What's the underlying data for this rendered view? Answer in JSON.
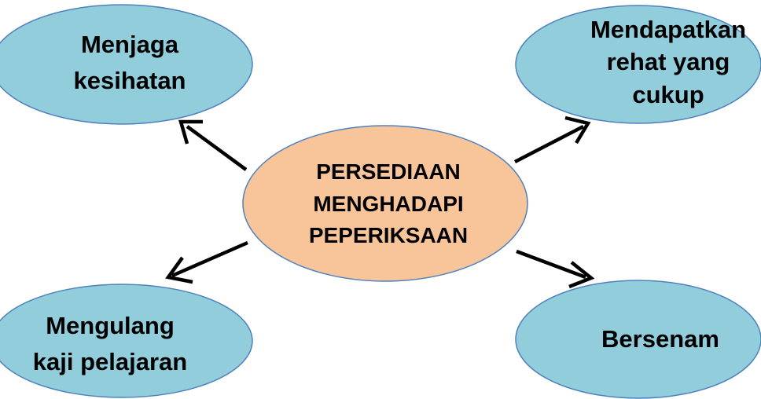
{
  "center": {
    "lines": [
      "PERSEDIAAN",
      "MENGHADAPI",
      "PEPERIKSAAN"
    ]
  },
  "nodes": [
    {
      "id": "top-left",
      "lines": [
        "Menjaga",
        "kesihatan"
      ]
    },
    {
      "id": "top-right",
      "lines": [
        "Mendapatkan",
        "rehat yang",
        "cukup"
      ]
    },
    {
      "id": "bottom-left",
      "lines": [
        "Mengulang",
        "kaji pelajaran"
      ]
    },
    {
      "id": "bottom-right",
      "lines": [
        "Bersenam"
      ]
    }
  ],
  "colors": {
    "center_fill": "#f8c49a",
    "node_fill": "#92cddc",
    "outline": "#4f81bd",
    "arrow": "#000000"
  }
}
